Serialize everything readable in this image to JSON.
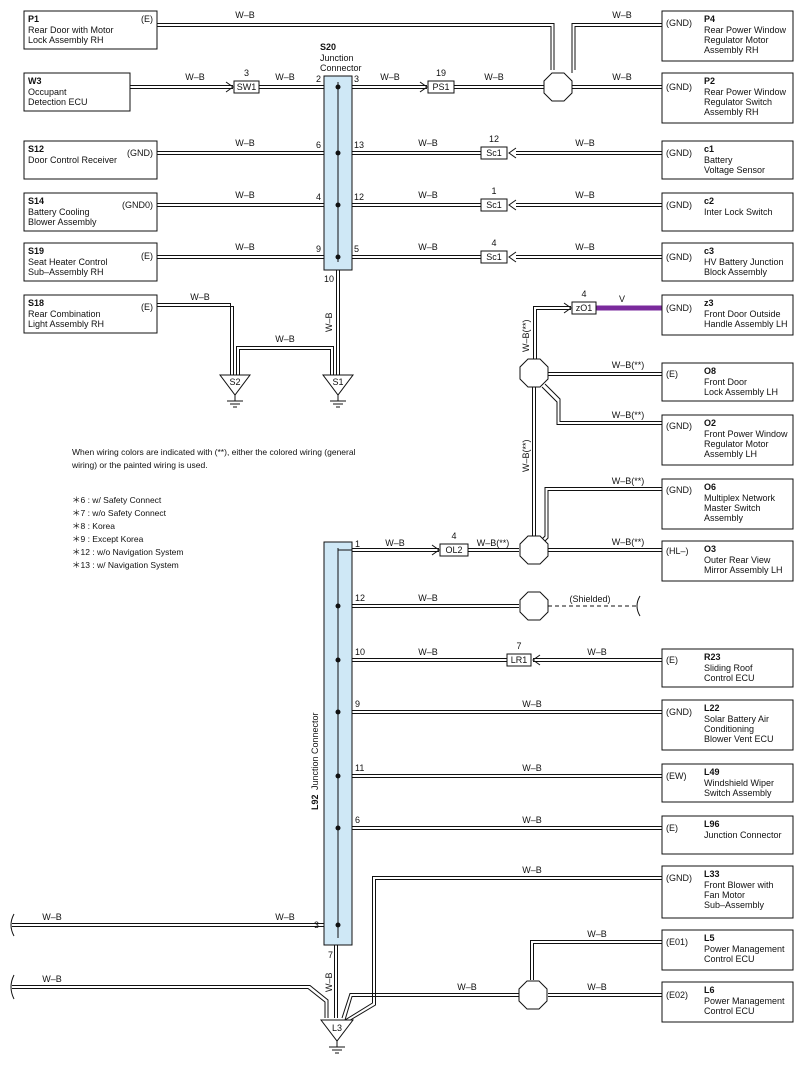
{
  "wire_color": "W–B",
  "wire_color_painted": "W–B(**)",
  "wire_color_v": "V",
  "shielded": "(Shielded)",
  "junctions": {
    "s20": {
      "code": "S20",
      "line1": "Junction",
      "line2": "Connector"
    },
    "l92": {
      "code": "L92",
      "name": "Junction Connector"
    }
  },
  "components": [
    {
      "code": "P1",
      "lines": [
        "Rear Door with Motor",
        "Lock Assembly RH"
      ],
      "term": "(E)"
    },
    {
      "code": "W3",
      "lines": [
        "Occupant",
        "Detection ECU"
      ],
      "term": ""
    },
    {
      "code": "S12",
      "lines": [
        "Door Control Receiver"
      ],
      "term": "(GND)"
    },
    {
      "code": "S14",
      "lines": [
        "Battery Cooling",
        "Blower Assembly"
      ],
      "term": "(GND0)"
    },
    {
      "code": "S19",
      "lines": [
        "Seat Heater Control",
        "Sub–Assembly RH"
      ],
      "term": "(E)"
    },
    {
      "code": "S18",
      "lines": [
        "Rear Combination",
        "Light Assembly RH"
      ],
      "term": "(E)"
    },
    {
      "code": "P4",
      "lines": [
        "Rear Power Window",
        "Regulator Motor",
        "Assembly RH"
      ],
      "term": "(GND)"
    },
    {
      "code": "P2",
      "lines": [
        "Rear Power Window",
        "Regulator Switch",
        "Assembly RH"
      ],
      "term": "(GND)"
    },
    {
      "code": "c1",
      "lines": [
        "Battery",
        "Voltage Sensor"
      ],
      "term": "(GND)"
    },
    {
      "code": "c2",
      "lines": [
        "Inter Lock Switch"
      ],
      "term": "(GND)"
    },
    {
      "code": "c3",
      "lines": [
        "HV Battery Junction",
        "Block Assembly"
      ],
      "term": "(GND)"
    },
    {
      "code": "z3",
      "lines": [
        "Front Door Outside",
        "Handle Assembly LH"
      ],
      "term": "(GND)"
    },
    {
      "code": "O8",
      "lines": [
        "Front Door",
        "Lock Assembly LH"
      ],
      "term": "(E)"
    },
    {
      "code": "O2",
      "lines": [
        "Front Power Window",
        "Regulator Motor",
        "Assembly LH"
      ],
      "term": "(GND)"
    },
    {
      "code": "O6",
      "lines": [
        "Multiplex Network",
        "Master Switch",
        "Assembly"
      ],
      "term": "(GND)"
    },
    {
      "code": "O3",
      "lines": [
        "Outer Rear View",
        "Mirror Assembly LH"
      ],
      "term": "(HL–)"
    },
    {
      "code": "R23",
      "lines": [
        "Sliding Roof",
        "Control ECU"
      ],
      "term": "(E)"
    },
    {
      "code": "L22",
      "lines": [
        "Solar Battery Air",
        "Conditioning",
        "Blower Vent ECU"
      ],
      "term": "(GND)"
    },
    {
      "code": "L49",
      "lines": [
        "Windshield Wiper",
        "Switch Assembly"
      ],
      "term": "(EW)"
    },
    {
      "code": "L96",
      "lines": [
        "Junction Connector"
      ],
      "term": "(E)"
    },
    {
      "code": "L33",
      "lines": [
        "Front Blower with",
        "Fan Motor",
        "Sub–Assembly"
      ],
      "term": "(GND)"
    },
    {
      "code": "L5",
      "lines": [
        "Power Management",
        "Control ECU"
      ],
      "term": "(E01)"
    },
    {
      "code": "L6",
      "lines": [
        "Power Management",
        "Control ECU"
      ],
      "term": "(E02)"
    }
  ],
  "connectors": [
    {
      "label": "SW1",
      "pin": "3"
    },
    {
      "label": "PS1",
      "pin": "19"
    },
    {
      "label": "Sc1",
      "pin": "12"
    },
    {
      "label": "Sc1",
      "pin": "1"
    },
    {
      "label": "Sc1",
      "pin": "4"
    },
    {
      "label": "zO1",
      "pin": "4"
    },
    {
      "label": "OL2",
      "pin": "4"
    },
    {
      "label": "LR1",
      "pin": "7"
    }
  ],
  "grounds": [
    "S2",
    "S1",
    "L3"
  ],
  "pins": {
    "s20": [
      "2",
      "3",
      "6",
      "13",
      "4",
      "12",
      "9",
      "5",
      "10"
    ],
    "l92": [
      "1",
      "12",
      "10",
      "9",
      "11",
      "6",
      "3",
      "7"
    ]
  },
  "notes": {
    "intro": "When wiring colors are indicated with (**),  either the colored wiring (general wiring) or the painted wiring is used.",
    "footnotes": [
      "＊6 : w/ Safety Connect",
      "＊7 : w/o Safety Connect",
      "＊8 : Korea",
      "＊9 : Except Korea",
      "＊12 : w/o Navigation System",
      "＊13 : w/ Navigation System"
    ]
  }
}
